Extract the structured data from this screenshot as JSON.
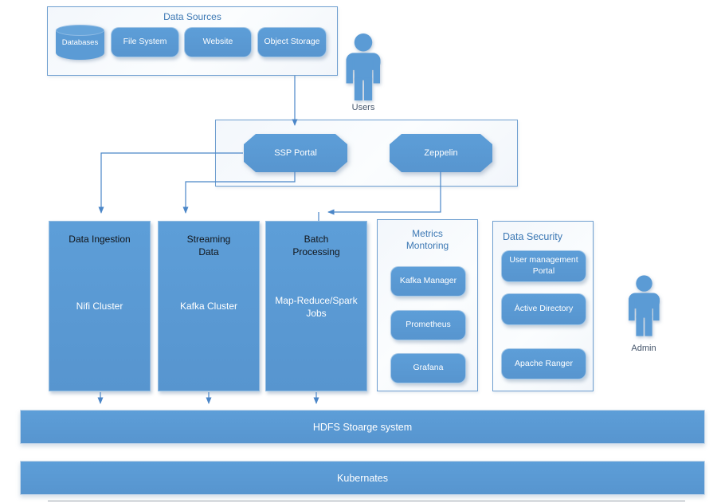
{
  "diagram": {
    "data_sources": {
      "title": "Data Sources",
      "items": [
        "Databases",
        "File System",
        "Website",
        "Object Storage"
      ]
    },
    "actors": {
      "users": "Users",
      "admin": "Admin"
    },
    "portal_layer": {
      "items": [
        "SSP Portal",
        "Zeppelin"
      ]
    },
    "pipelines": [
      {
        "title": "Data Ingestion",
        "subtitle": "Nifi Cluster"
      },
      {
        "title": "Streaming Data",
        "subtitle": "Kafka Cluster"
      },
      {
        "title": "Batch Processing",
        "subtitle": "Map-Reduce/Spark Jobs"
      }
    ],
    "metrics_monitoring": {
      "title": "Metrics Montoring",
      "items": [
        "Kafka Manager",
        "Prometheus",
        "Grafana"
      ]
    },
    "data_security": {
      "title": "Data Security",
      "items": [
        "User management Portal",
        "Àctive Directory",
        "Apache Ranger"
      ]
    },
    "storage_layers": [
      "HDFS Stoarge system",
      "Kubernates"
    ],
    "colors": {
      "shape_blue": "#5b9bd5",
      "title_blue": "#3c78b4",
      "connector_blue": "#4a86c8",
      "actor_label": "#44546a"
    }
  }
}
